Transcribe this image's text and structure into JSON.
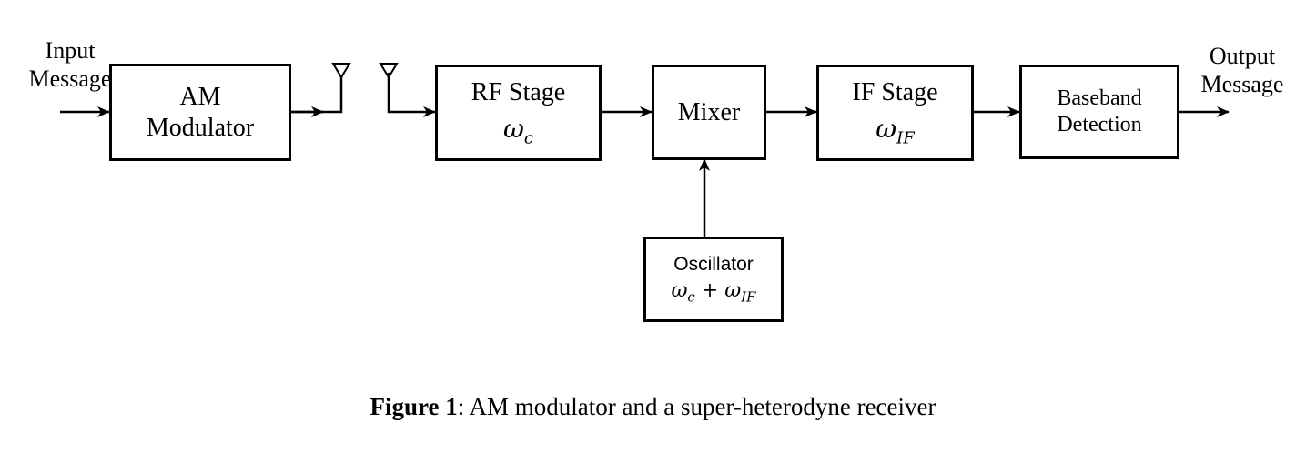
{
  "labels": {
    "input_line1": "Input",
    "input_line2": "Message",
    "output_line1": "Output",
    "output_line2": "Message"
  },
  "blocks": {
    "am_modulator": {
      "line1": "AM",
      "line2": "Modulator"
    },
    "rf_stage": {
      "title": "RF Stage",
      "symbol": "ω",
      "sub": "c"
    },
    "mixer": {
      "title": "Mixer"
    },
    "if_stage": {
      "title": "IF Stage",
      "symbol": "ω",
      "sub": "IF"
    },
    "baseband": {
      "line1": "Baseband",
      "line2": "Detection"
    },
    "oscillator": {
      "title": "Oscillator",
      "expr_a": "ω",
      "sub_a": "c",
      "plus": " + ",
      "expr_b": "ω",
      "sub_b": "IF"
    }
  },
  "caption": {
    "bold": "Figure 1",
    "rest": ": AM modulator and a super-heterodyne receiver"
  }
}
